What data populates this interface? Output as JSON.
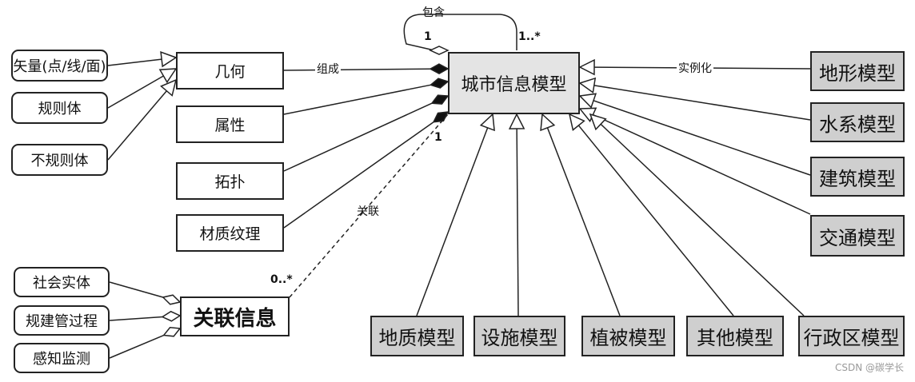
{
  "core": "城市信息模型",
  "components": [
    "几何",
    "属性",
    "拓扑",
    "材质纹理"
  ],
  "geometry_types": [
    "矢量(点/线/面)",
    "规则体",
    "不规则体"
  ],
  "right_models": [
    "地形模型",
    "水系模型",
    "建筑模型",
    "交通模型"
  ],
  "bottom_models": [
    "地质模型",
    "设施模型",
    "植被模型",
    "其他模型",
    "行政区模型"
  ],
  "association": "关联信息",
  "association_sources": [
    "社会实体",
    "规建管过程",
    "感知监测"
  ],
  "labels": {
    "self_loop": "包含",
    "composition": "组成",
    "instantiation": "实例化",
    "association": "关联"
  },
  "multiplicities": {
    "loop_left": "1",
    "loop_right": "1..*",
    "composition_end": "1",
    "association_end": "0..*"
  },
  "watermark": "CSDN @碳学长"
}
